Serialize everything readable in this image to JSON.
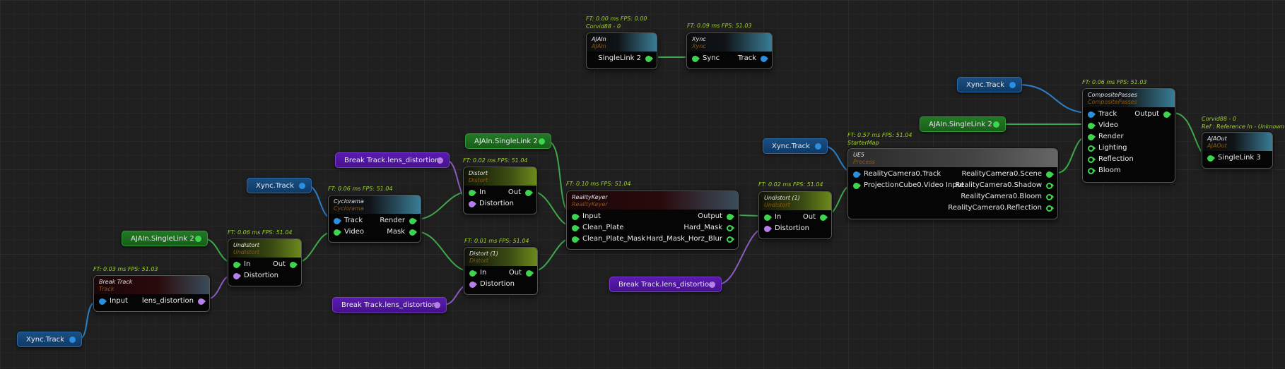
{
  "colors": {
    "port_green": "#3fd44f",
    "port_blue": "#2a8fe0",
    "port_purple": "#b57ee8",
    "stat_text": "#9ed02a",
    "node_subtitle": "#8d5a12"
  },
  "pills": {
    "xync_track_1": "Xync.Track",
    "xync_track_2": "Xync.Track",
    "xync_track_3": "Xync.Track",
    "xync_track_4": "Xync.Track",
    "ajain_singlelink_1": "AJAIn.SingleLink 2",
    "ajain_singlelink_2": "AJAIn.SingleLink 2",
    "ajain_singlelink_3": "AJAIn.SingleLink 2",
    "break_lens_1": "Break Track.lens_distortion",
    "break_lens_2": "Break Track.lens_distortion",
    "break_lens_3": "Break Track.lens_distortion"
  },
  "nodes": {
    "ajain": {
      "stats": "FT: 0.00 ms FPS: 0.00",
      "stats2": "Corvid88 - 0",
      "title": "AJAIn",
      "subtitle": "AJAIn",
      "outputs": [
        "SingleLink 2"
      ]
    },
    "xync": {
      "stats": "FT: 0.09 ms FPS: 51.03",
      "title": "Xync",
      "subtitle": "Xync",
      "inputs": [
        "Sync"
      ],
      "outputs": [
        "Track"
      ]
    },
    "break_track": {
      "stats": "FT: 0.03 ms FPS: 51.03",
      "title": "Break Track",
      "subtitle": "Track",
      "inputs": [
        "Input"
      ],
      "outputs": [
        "lens_distortion"
      ]
    },
    "undistort": {
      "stats": "FT: 0.06 ms FPS: 51.04",
      "title": "Undistort",
      "subtitle": "Undistort",
      "inputs": [
        "In",
        "Distortion"
      ],
      "outputs": [
        "Out"
      ]
    },
    "cyclorama": {
      "stats": "FT: 0.06 ms FPS: 51.04",
      "title": "Cyclorama",
      "subtitle": "Cyclorama",
      "inputs": [
        "Track",
        "Video"
      ],
      "outputs": [
        "Render",
        "Mask"
      ]
    },
    "distort": {
      "stats": "FT: 0.02 ms FPS: 51.04",
      "title": "Distort",
      "subtitle": "Distort",
      "inputs": [
        "In",
        "Distortion"
      ],
      "outputs": [
        "Out"
      ]
    },
    "distort1": {
      "stats": "FT: 0.01 ms FPS: 51.04",
      "title": "Distort (1)",
      "subtitle": "Distort",
      "inputs": [
        "In",
        "Distortion"
      ],
      "outputs": [
        "Out"
      ]
    },
    "reality_keyer": {
      "stats": "FT: 0.10 ms FPS: 51.04",
      "title": "RealityKeyer",
      "subtitle": "RealityKeyer",
      "inputs": [
        "Input",
        "Clean_Plate",
        "Clean_Plate_Mask"
      ],
      "outputs": [
        "Output",
        "Hard_Mask",
        "Hard_Mask_Horz_Blur"
      ]
    },
    "undistort1": {
      "stats": "FT: 0.02 ms FPS: 51.04",
      "title": "Undistort (1)",
      "subtitle": "Undistort",
      "inputs": [
        "In",
        "Distortion"
      ],
      "outputs": [
        "Out"
      ]
    },
    "ue5": {
      "stats": "FT: 0.57 ms FPS: 51.04",
      "stats2": "StarterMap",
      "title": "UE5",
      "subtitle": "Process",
      "inputs": [
        "RealityCamera0.Track",
        "ProjectionCube0.Video Input"
      ],
      "outputs": [
        "RealityCamera0.Scene",
        "RealityCamera0.Shadow",
        "RealityCamera0.Bloom",
        "RealityCamera0.Reflection"
      ]
    },
    "composite": {
      "stats": "FT: 0.06 ms FPS: 51.03",
      "title": "CompositePasses",
      "subtitle": "CompositePasses",
      "inputs": [
        "Track",
        "Video",
        "Render",
        "Lighting",
        "Reflection",
        "Bloom"
      ],
      "outputs": [
        "Output"
      ]
    },
    "ajaout": {
      "stats": "Corvid88 - 0",
      "stats2": "Ref : Reference In - Unknown",
      "title": "AJAOut",
      "subtitle": "AJAOut",
      "inputs": [
        "SingleLink 3"
      ]
    }
  }
}
